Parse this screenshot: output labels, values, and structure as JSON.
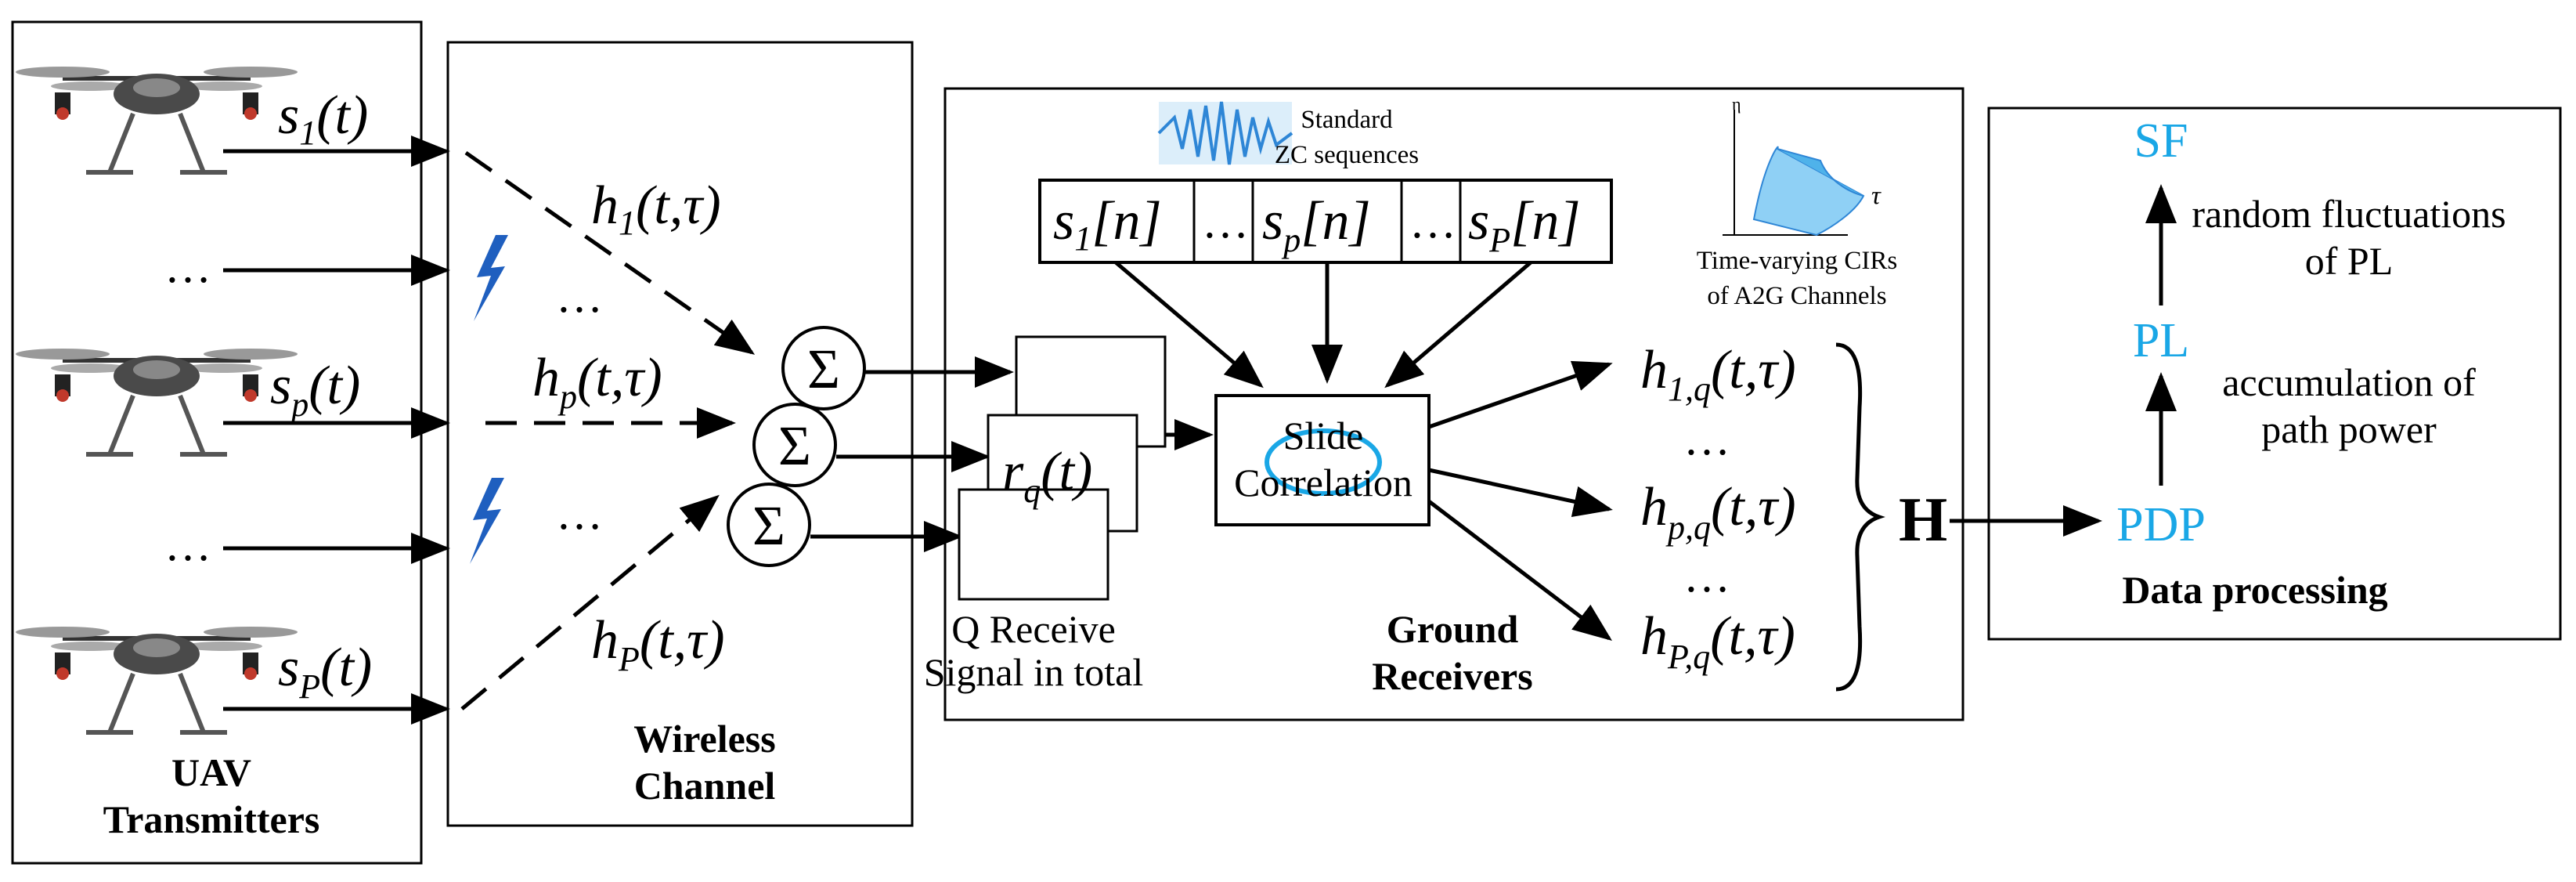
{
  "uav": {
    "title_line1": "UAV",
    "title_line2": "Transmitters",
    "signals": [
      {
        "base": "s",
        "sub": "1",
        "arg": "(t)"
      },
      {
        "base": "s",
        "sub": "p",
        "arg": "(t)"
      },
      {
        "base": "s",
        "sub": "P",
        "arg": "(t)"
      }
    ],
    "ellipsis": "…"
  },
  "channel": {
    "title_line1": "Wireless",
    "title_line2": "Channel",
    "paths": [
      {
        "base": "h",
        "sub": "1",
        "arg": "(t,τ)"
      },
      {
        "base": "h",
        "sub": "p",
        "arg": "(t,τ)"
      },
      {
        "base": "h",
        "sub": "P",
        "arg": "(t,τ)"
      }
    ],
    "ellipsis": "…",
    "sum_symbol": "Σ"
  },
  "receivers": {
    "title_line1": "Ground",
    "title_line2": "Receivers",
    "zc_label_line1": "Standard",
    "zc_label_line2": "ZC sequences",
    "seq": [
      {
        "base": "s",
        "sub": "1",
        "arg": "[n]"
      },
      {
        "base": "s",
        "sub": "p",
        "arg": "[n]"
      },
      {
        "base": "s",
        "sub": "P",
        "arg": "[n]"
      }
    ],
    "seq_ellipsis": "…",
    "cir_label_line1": "Time-varying CIRs",
    "cir_label_line2": "of A2G Channels",
    "received": {
      "base": "r",
      "sub": "q",
      "arg": "(t)"
    },
    "q_label_line1": "Q Receive",
    "q_label_line2": "Signal in total",
    "slide_line1": "Slide",
    "slide_line2": "Correlation",
    "outputs": [
      {
        "base": "h",
        "sub": "1,q",
        "arg": "(t,τ)"
      },
      {
        "base": "h",
        "sub": "p,q",
        "arg": "(t,τ)"
      },
      {
        "base": "h",
        "sub": "P,q",
        "arg": "(t,τ)"
      }
    ],
    "ellipsis": "…",
    "matrix": "H"
  },
  "processing": {
    "title": "Data processing",
    "sf": "SF",
    "pl": "PL",
    "pdp": "PDP",
    "sf_note_line1": "random fluctuations",
    "sf_note_line2": "of PL",
    "pl_note_line1": "accumulation of",
    "pl_note_line2": "path power",
    "accent": "#1aa7e6"
  }
}
